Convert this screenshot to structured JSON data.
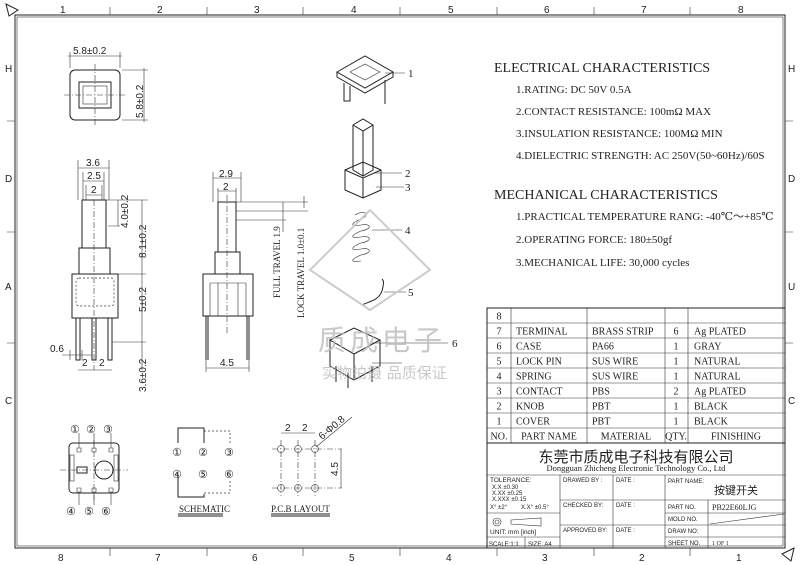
{
  "frame": {
    "top_zones": [
      "1",
      "2",
      "3",
      "4",
      "5",
      "6",
      "7",
      "8"
    ],
    "bottom_zones": [
      "8",
      "7",
      "6",
      "5",
      "4",
      "3",
      "2",
      "1"
    ],
    "left_zones": [
      "H",
      "D",
      "A",
      "C"
    ],
    "right_zones": [
      "H",
      "D",
      "U",
      "C"
    ]
  },
  "top_view": {
    "width_dim": "5.8±0.2",
    "height_dim": "5.8±0.2"
  },
  "front_view": {
    "dims": [
      "3.6",
      "2.5",
      "2",
      "4.0±0.2",
      "8.1±0.2",
      "5±0.2",
      "3.6±0.2",
      "0.6",
      "2",
      "2"
    ]
  },
  "side_view": {
    "dims": [
      "2.9",
      "2",
      "4.5"
    ],
    "full_travel": "FULL TRAVEL 1.9",
    "lock_travel": "LOCK TRAVEL 1.0±0.1"
  },
  "exploded": {
    "callouts": [
      "1",
      "2",
      "3",
      "4",
      "5",
      "6"
    ]
  },
  "watermark": {
    "line1": "质成电子",
    "line2": "实物拍摄 品质保证"
  },
  "pinout": {
    "pins": [
      "①",
      "②",
      "③",
      "④",
      "⑤",
      "⑥"
    ]
  },
  "schematic": {
    "title": "SCHEMATIC",
    "pins": [
      "①",
      "②",
      "③",
      "④",
      "⑤",
      "⑥"
    ]
  },
  "pcb_layout": {
    "title": "P.C.B LAYOUT",
    "dims": [
      "2",
      "2",
      "4.5"
    ],
    "hole_note": "6-Φ0.8"
  },
  "electrical": {
    "title": "ELECTRICAL CHARACTERISTICS",
    "items": [
      "1.RATING: DC 50V 0.5A",
      "2.CONTACT RESISTANCE: 100mΩ MAX",
      "3.INSULATION RESISTANCE: 100MΩ MIN",
      "4.DIELECTRIC STRENGTH: AC 250V(50~60Hz)/60S"
    ]
  },
  "mechanical": {
    "title": "MECHANICAL CHARACTERISTICS",
    "items": [
      "1.PRACTICAL TEMPERATURE RANG: -40℃～+85℃",
      "2.OPERATING FORCE: 180±50gf",
      "3.MECHANICAL LIFE: 30,000 cycles"
    ]
  },
  "bom": {
    "header": [
      "NO.",
      "PART NAME",
      "MATERIAL",
      "QTY.",
      "FINISHING"
    ],
    "rows": [
      [
        "8",
        "",
        "",
        "",
        ""
      ],
      [
        "7",
        "TERMINAL",
        "BRASS STRIP",
        "6",
        "Ag PLATED"
      ],
      [
        "6",
        "CASE",
        "PA66",
        "1",
        "GRAY"
      ],
      [
        "5",
        "LOCK PIN",
        "SUS WIRE",
        "1",
        "NATURAL"
      ],
      [
        "4",
        "SPRING",
        "SUS WIRE",
        "1",
        "NATURAL"
      ],
      [
        "3",
        "CONTACT",
        "PBS",
        "2",
        "Ag PLATED"
      ],
      [
        "2",
        "KNOB",
        "PBT",
        "1",
        "BLACK"
      ],
      [
        "1",
        "COVER",
        "PBT",
        "1",
        "BLACK"
      ]
    ]
  },
  "title_block": {
    "company_cn": "东莞市质成电子科技有限公司",
    "company_en": "Dongguan Zhicheng Electronic Technology Co., Ltd",
    "tolerance_label": "TOLERANCE:",
    "tolerances": [
      "X.X   ±0.30",
      "X.XX  ±0.25",
      "X.XXX ±0.15",
      "X°  ±2°",
      "X.X° ±0.5°"
    ],
    "unit": "UNIT: mm [inch]",
    "scale": "SCALE:1:1",
    "size": "SIZE: A4",
    "drawed_by": "DRAWED BY :",
    "checked_by": "CHECKED BY:",
    "approved_by": "APPROVED BY:",
    "date": "DATE :",
    "part_name_label": "PART NAME:",
    "part_name": "按键开关",
    "part_no_label": "PART NO.",
    "part_no": "PB22E60LJG",
    "mold_no_label": "MOLD NO.",
    "draw_no_label": "DRAW NO:",
    "sheet_no_label": "SHEET NO.",
    "sheet_no": "1 OF 1"
  }
}
